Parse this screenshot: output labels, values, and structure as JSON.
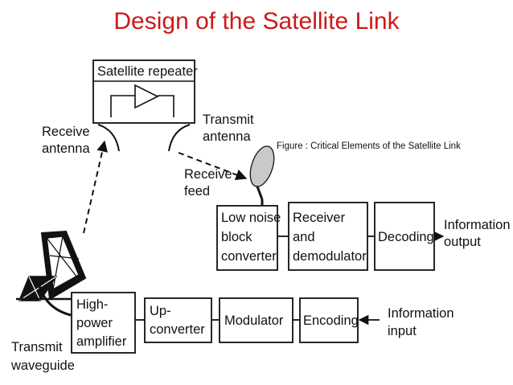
{
  "title": "Design of the Satellite Link",
  "caption": "Figure : Critical Elements of the Satellite Link",
  "labels": {
    "satellite_repeater": "Satellite repeater",
    "receive_antenna": [
      "Receive",
      "antenna"
    ],
    "transmit_antenna": [
      "Transmit",
      "antenna"
    ],
    "receive_feed": [
      "Receive",
      "feed"
    ],
    "transmit_waveguide": [
      "Transmit",
      "waveguide"
    ],
    "information_output": [
      "Information",
      "output"
    ],
    "information_input": [
      "Information",
      "input"
    ]
  },
  "blocks": {
    "lnb": [
      "Low noise",
      "block",
      "converter"
    ],
    "receiver": [
      "Receiver",
      "and",
      "demodulator"
    ],
    "decoding": [
      "Decoding"
    ],
    "hpa": [
      "High-",
      "power",
      "amplifier"
    ],
    "upconverter": [
      "Up-",
      "converter"
    ],
    "modulator": [
      "Modulator"
    ],
    "encoding": [
      "Encoding"
    ]
  }
}
